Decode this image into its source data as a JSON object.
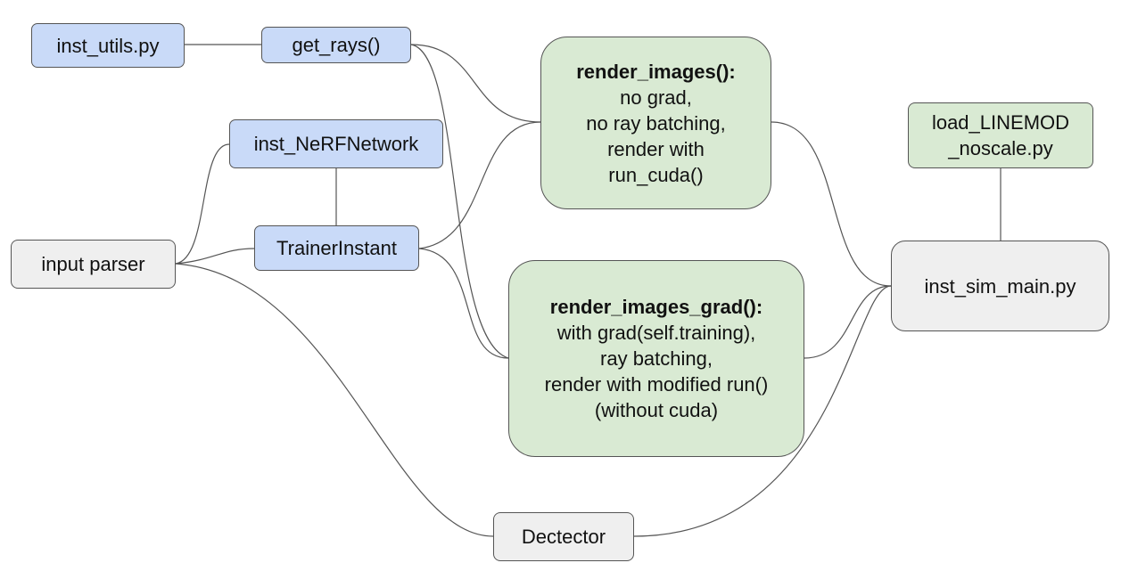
{
  "nodes": {
    "inst_utils": {
      "label": "inst_utils.py"
    },
    "get_rays": {
      "label": "get_rays()"
    },
    "nerf_network": {
      "label": "inst_NeRFNetwork"
    },
    "trainer": {
      "label": "TrainerInstant"
    },
    "input_parser": {
      "label": "input parser"
    },
    "render_images": {
      "title": "render_images():",
      "lines": [
        "no grad,",
        "no ray batching,",
        "render with",
        "run_cuda()"
      ]
    },
    "render_images_grad": {
      "title": "render_images_grad():",
      "lines": [
        "with grad(self.training),",
        "ray batching,",
        "render with modified run()",
        "(without cuda)"
      ]
    },
    "load_linemod": {
      "lines": [
        "load_LINEMOD",
        "_noscale.py"
      ]
    },
    "sim_main": {
      "label": "inst_sim_main.py"
    },
    "detector": {
      "label": "Dectector"
    }
  },
  "colors": {
    "blue_fill": "#c9daf8",
    "green_fill": "#d9ead3",
    "gray_fill": "#efefef",
    "border": "#555555",
    "edge": "#555555"
  }
}
